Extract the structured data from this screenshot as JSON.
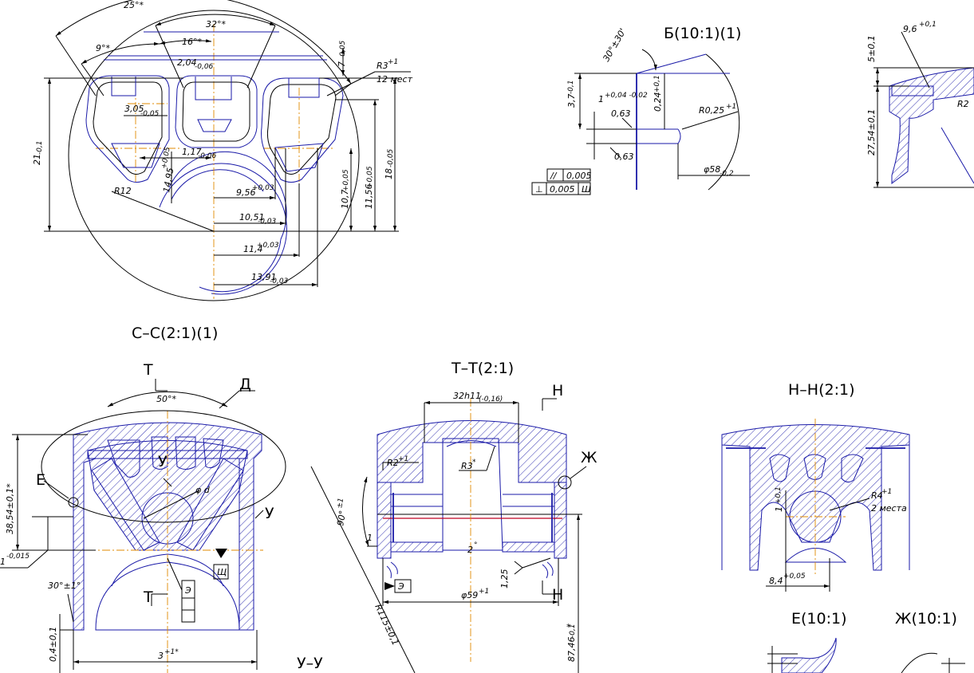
{
  "titles": {
    "cc": "С–С(2:1)(1)",
    "tt": "Т–Т(2:1)",
    "hh": "Н–Н(2:1)",
    "b": "Б(10:1)(1)",
    "e": "Е(10:1)",
    "zh": "Ж(10:1)",
    "uu": "У–У"
  },
  "view1": {
    "d25": "25°*",
    "d32": "32°*",
    "d16": "16°*",
    "d9": "9°*",
    "d7": "7",
    "d7tol": "-0,05",
    "d204": "2,04",
    "d204tol": "-0,06",
    "d305": "3,05",
    "d305tol": "-0,05",
    "d117": "1,17",
    "d117tol": "-0,06",
    "d1495": "14,95",
    "d1495tol": "+0,05",
    "d21": "21",
    "d21tol": "-0,1",
    "r12": "R12",
    "d956": "9,56",
    "d956tol": "+0,03",
    "d1051": "10,51",
    "d1051tol": "-0,03",
    "d114": "11,4",
    "d114tol": "+0,03",
    "d1391": "13,91",
    "d1391tol": "-0,03",
    "d107": "10,7",
    "d107tol": "+0,05",
    "d1156": "11,56",
    "d1156tol": "+0,05",
    "d18": "18",
    "d18tol": "-0,05",
    "r3": "R3",
    "r3tol": "+1",
    "mest": "12 мест"
  },
  "viewB": {
    "ang": "30°±30'",
    "d37": "3,7",
    "d37tol": "-0,1",
    "d1": "1",
    "d1tol": "+0,04\n-0,02",
    "d063a": "0,63",
    "d063b": "0,63",
    "d024": "0,24",
    "d024tol": "+0,1",
    "r025": "R0,25",
    "r025tol": "+1",
    "d58": "φ58",
    "d58tol": "-0,2",
    "tol1sym": "//",
    "tol1val": "0,005",
    "tol2sym": "⊥",
    "tol2val": "0,005",
    "tol2ref": "Ш"
  },
  "viewR": {
    "d96": "9,6",
    "d96tol": "+0,1",
    "d5": "5±0,1",
    "d2754": "27,54±0,1",
    "r2": "R2"
  },
  "viewCC": {
    "T": "Т",
    "D": "Д",
    "d50": "50°*",
    "E": "Е",
    "U1": "У",
    "U2": "У",
    "phid": "φ d",
    "d3854": "38,54±0,1*",
    "d1tol": "1",
    "d1tolv": "-0,015",
    "d30": "30°±1°",
    "d04": "0,4±0,1",
    "d3": "3",
    "d3tol": "+1*",
    "Sh": "Щ",
    "Z": "Э",
    "T2": "Т"
  },
  "viewTT": {
    "d32h11": "32h11",
    "d32h11tol": "(-0,16)",
    "N1": "Н",
    "N2": "Н",
    "Zh": "Ж",
    "r2": "R2",
    "r2tol": "+1",
    "r3": "R3",
    "r3tol": "*",
    "d90": "90°",
    "d90tol": "±1",
    "d1": "1",
    "d2": "2",
    "d2tol": "°",
    "d125": "1,25",
    "Z": "Э",
    "d59": "φ59",
    "d59tol": "+1",
    "r115": "R115±0,1",
    "d8746": "87,46",
    "d8746tol": "-0,1",
    "star": "*"
  },
  "viewHH": {
    "r4": "R4",
    "r4tol": "+1",
    "mesta": "2 места",
    "d1": "1",
    "d1tol": "+0,1",
    "d84": "8,4",
    "d84tol": "+0,05"
  }
}
